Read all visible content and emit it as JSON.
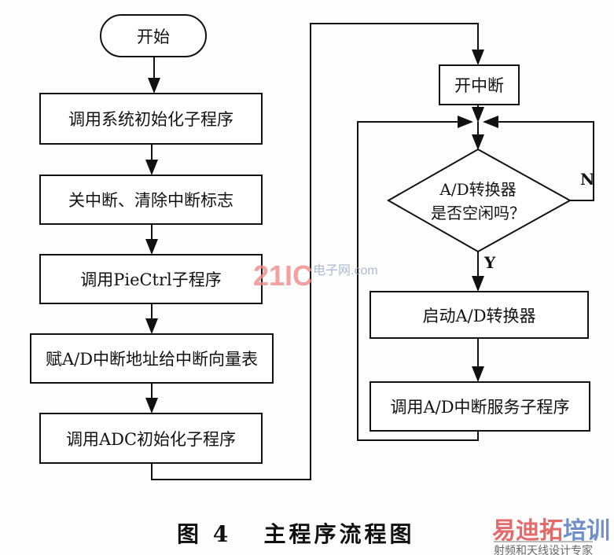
{
  "flow": {
    "start": "开始",
    "step1": "调用系统初始化子程序",
    "step2": "关中断、清除中断标志",
    "step3": "调用PieCtrl子程序",
    "step4": "赋A/D中断地址给中断向量表",
    "step5": "调用ADC初始化子程序",
    "step6": "开中断",
    "decision_line1": "A/D转换器",
    "decision_line2": "是否空闲吗？",
    "no_label": "N",
    "yes_label": "Y",
    "step7": "启动A/D转换器",
    "step8": "调用A/D中断服务子程序"
  },
  "caption": "图 4   主程序流程图",
  "watermarks": {
    "center_main": "21IC",
    "center_sub": "电子网.com",
    "corner_red": "易迪拓",
    "corner_blue": "培训",
    "corner_sub": "射频和天线设计专家"
  }
}
